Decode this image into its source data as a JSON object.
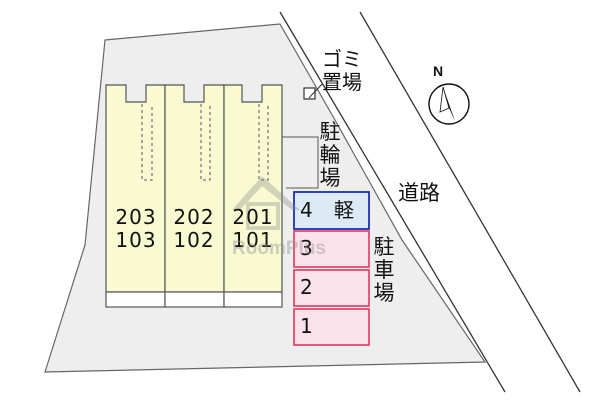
{
  "units": [
    {
      "upper": "203",
      "lower": "103"
    },
    {
      "upper": "202",
      "lower": "102"
    },
    {
      "upper": "201",
      "lower": "101"
    }
  ],
  "parking": {
    "label": "駐\n車\n場",
    "spaces": [
      {
        "number": "4",
        "note": "軽"
      },
      {
        "number": "3",
        "note": ""
      },
      {
        "number": "2",
        "note": ""
      },
      {
        "number": "1",
        "note": ""
      }
    ]
  },
  "bicycle_parking": {
    "label": "駐\n輪\n場"
  },
  "garbage": {
    "label": "ゴミ\n置場"
  },
  "road": {
    "label": "道路"
  },
  "compass": {
    "label": "N"
  },
  "watermark": {
    "text": "RoomPlus"
  },
  "colors": {
    "lot": "#eeeeee",
    "building": "#fafad2",
    "parking_fill": "#fbe2ea",
    "parking_border": "#e03a5a",
    "kei_fill": "#dceaf5",
    "kei_border": "#1d2fb8"
  }
}
